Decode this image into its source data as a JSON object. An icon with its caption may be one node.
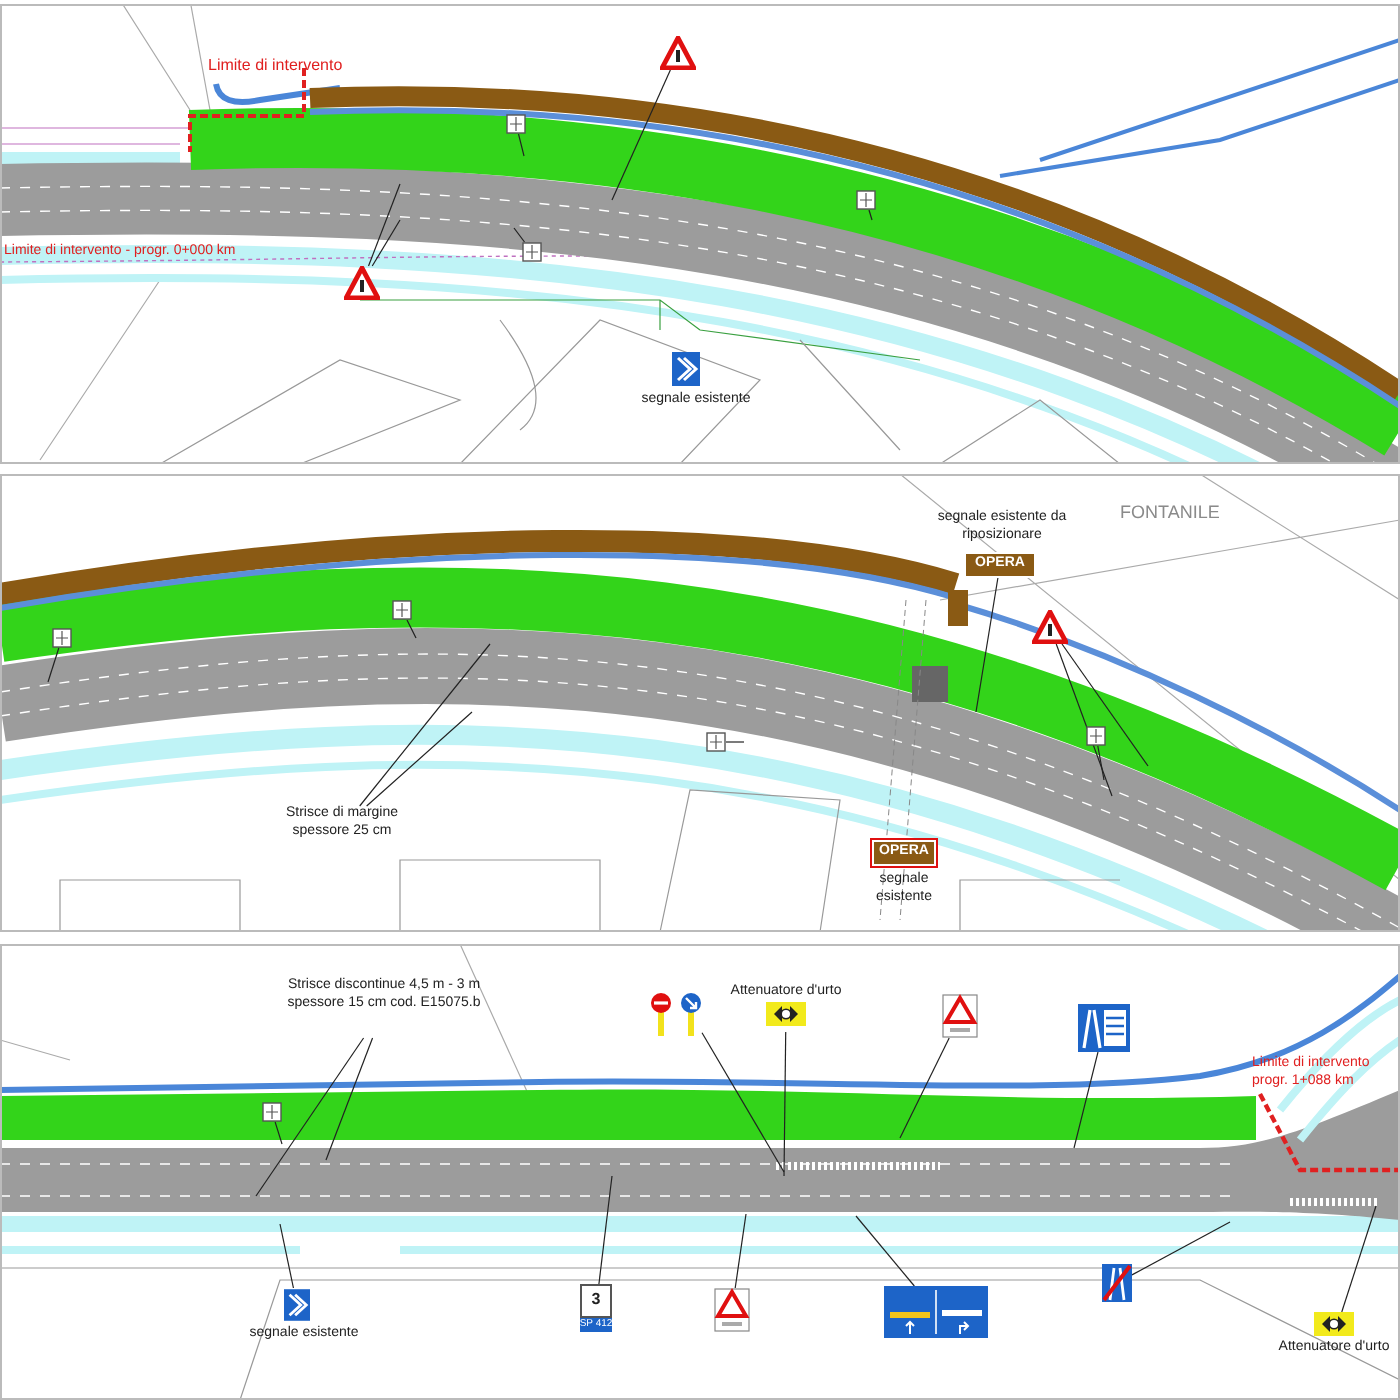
{
  "diagram": {
    "nodes": [
      {
        "text": [],
        "shape": "picture"
      },
      {
        "text": [],
        "shape": "picture"
      },
      {
        "text": [],
        "shape": "box"
      },
      {
        "text": [],
        "shape": "box"
      },
      {
        "text": [],
        "shape": "picture",
        "beside": [
          "segnale esistente"
        ]
      },
      {
        "text": [],
        "shape": "box"
      },
      {
        "text": [],
        "shape": "box"
      },
      {
        "text": [],
        "shape": "box"
      },
      {
        "text": [
          "OPERA"
        ],
        "beside": [
          "segnale esistente da riposizionare"
        ]
      },
      {
        "text": [],
        "shape": "picture"
      },
      {
        "text": [
          "Strisce di margine spessore 25 cm"
        ]
      },
      {
        "text": [
          "OPERA"
        ],
        "beside": [
          "segnale esistente"
        ]
      },
      {
        "text": [],
        "shape": "box"
      },
      {
        "text": [],
        "shape": "box"
      },
      {
        "text": [
          "Strisce discontinue 4,5 m - 3 m spessore 15 cm cod. E15075.b"
        ]
      },
      {
        "text": [],
        "shape": "picture"
      },
      {
        "text": [],
        "shape": "picture"
      },
      {
        "text": [
          "Attenuatore d'urto"
        ]
      },
      {
        "text": [],
        "shape": "picture"
      },
      {
        "text": [],
        "shape": "picture"
      },
      {
        "text": [],
        "shape": "box"
      },
      {
        "text": [],
        "shape": "picture",
        "beside": [
          "segnale esistente"
        ]
      },
      {
        "text": [
          "3",
          "SP 412"
        ]
      },
      {
        "text": [],
        "shape": "picture"
      },
      {
        "text": [],
        "shape": "picture"
      },
      {
        "text": [],
        "shape": "picture"
      },
      {
        "text": [
          "Attenuatore d'urto"
        ]
      }
    ],
    "edges": [
      {
        "from": 0,
        "to": null,
        "arrow": "none"
      },
      {
        "from": 1,
        "to": null,
        "arrow": "none"
      },
      {
        "from": 1,
        "to": null,
        "arrow": "none"
      },
      {
        "from": 2,
        "to": null,
        "arrow": "none"
      },
      {
        "from": 3,
        "to": null,
        "arrow": "none"
      },
      {
        "from": 5,
        "to": null,
        "arrow": "none"
      },
      {
        "from": 6,
        "to": null,
        "arrow": "none"
      },
      {
        "from": 7,
        "to": null,
        "arrow": "none"
      },
      {
        "from": 8,
        "to": null,
        "arrow": "none"
      },
      {
        "from": 9,
        "to": null,
        "arrow": "none"
      },
      {
        "from": 9,
        "to": null,
        "arrow": "none"
      },
      {
        "from": 10,
        "to": null,
        "arrow": "none"
      },
      {
        "from": 10,
        "to": null,
        "arrow": "none"
      },
      {
        "from": 12,
        "to": null,
        "arrow": "none"
      },
      {
        "from": 13,
        "to": null,
        "arrow": "none"
      },
      {
        "from": 14,
        "to": null,
        "arrow": "none"
      },
      {
        "from": 14,
        "to": null,
        "arrow": "none"
      },
      {
        "from": 16,
        "to": null,
        "arrow": "none"
      },
      {
        "from": 17,
        "to": null,
        "arrow": "none"
      },
      {
        "from": 18,
        "to": null,
        "arrow": "none"
      },
      {
        "from": 19,
        "to": null,
        "arrow": "none"
      },
      {
        "from": 20,
        "to": null,
        "arrow": "none"
      },
      {
        "from": 21,
        "to": null,
        "arrow": "none"
      },
      {
        "from": 22,
        "to": null,
        "arrow": "none"
      },
      {
        "from": 23,
        "to": null,
        "arrow": "none"
      },
      {
        "from": 24,
        "to": null,
        "arrow": "none"
      },
      {
        "from": 25,
        "to": null,
        "arrow": "none"
      },
      {
        "from": 26,
        "to": null,
        "arrow": "none"
      }
    ],
    "labels": [
      "Limite di intervento",
      "Limite di intervento - progr. 0+000 km",
      "FONTANILE",
      "Limite di intervento progr. 1+088 km"
    ]
  }
}
